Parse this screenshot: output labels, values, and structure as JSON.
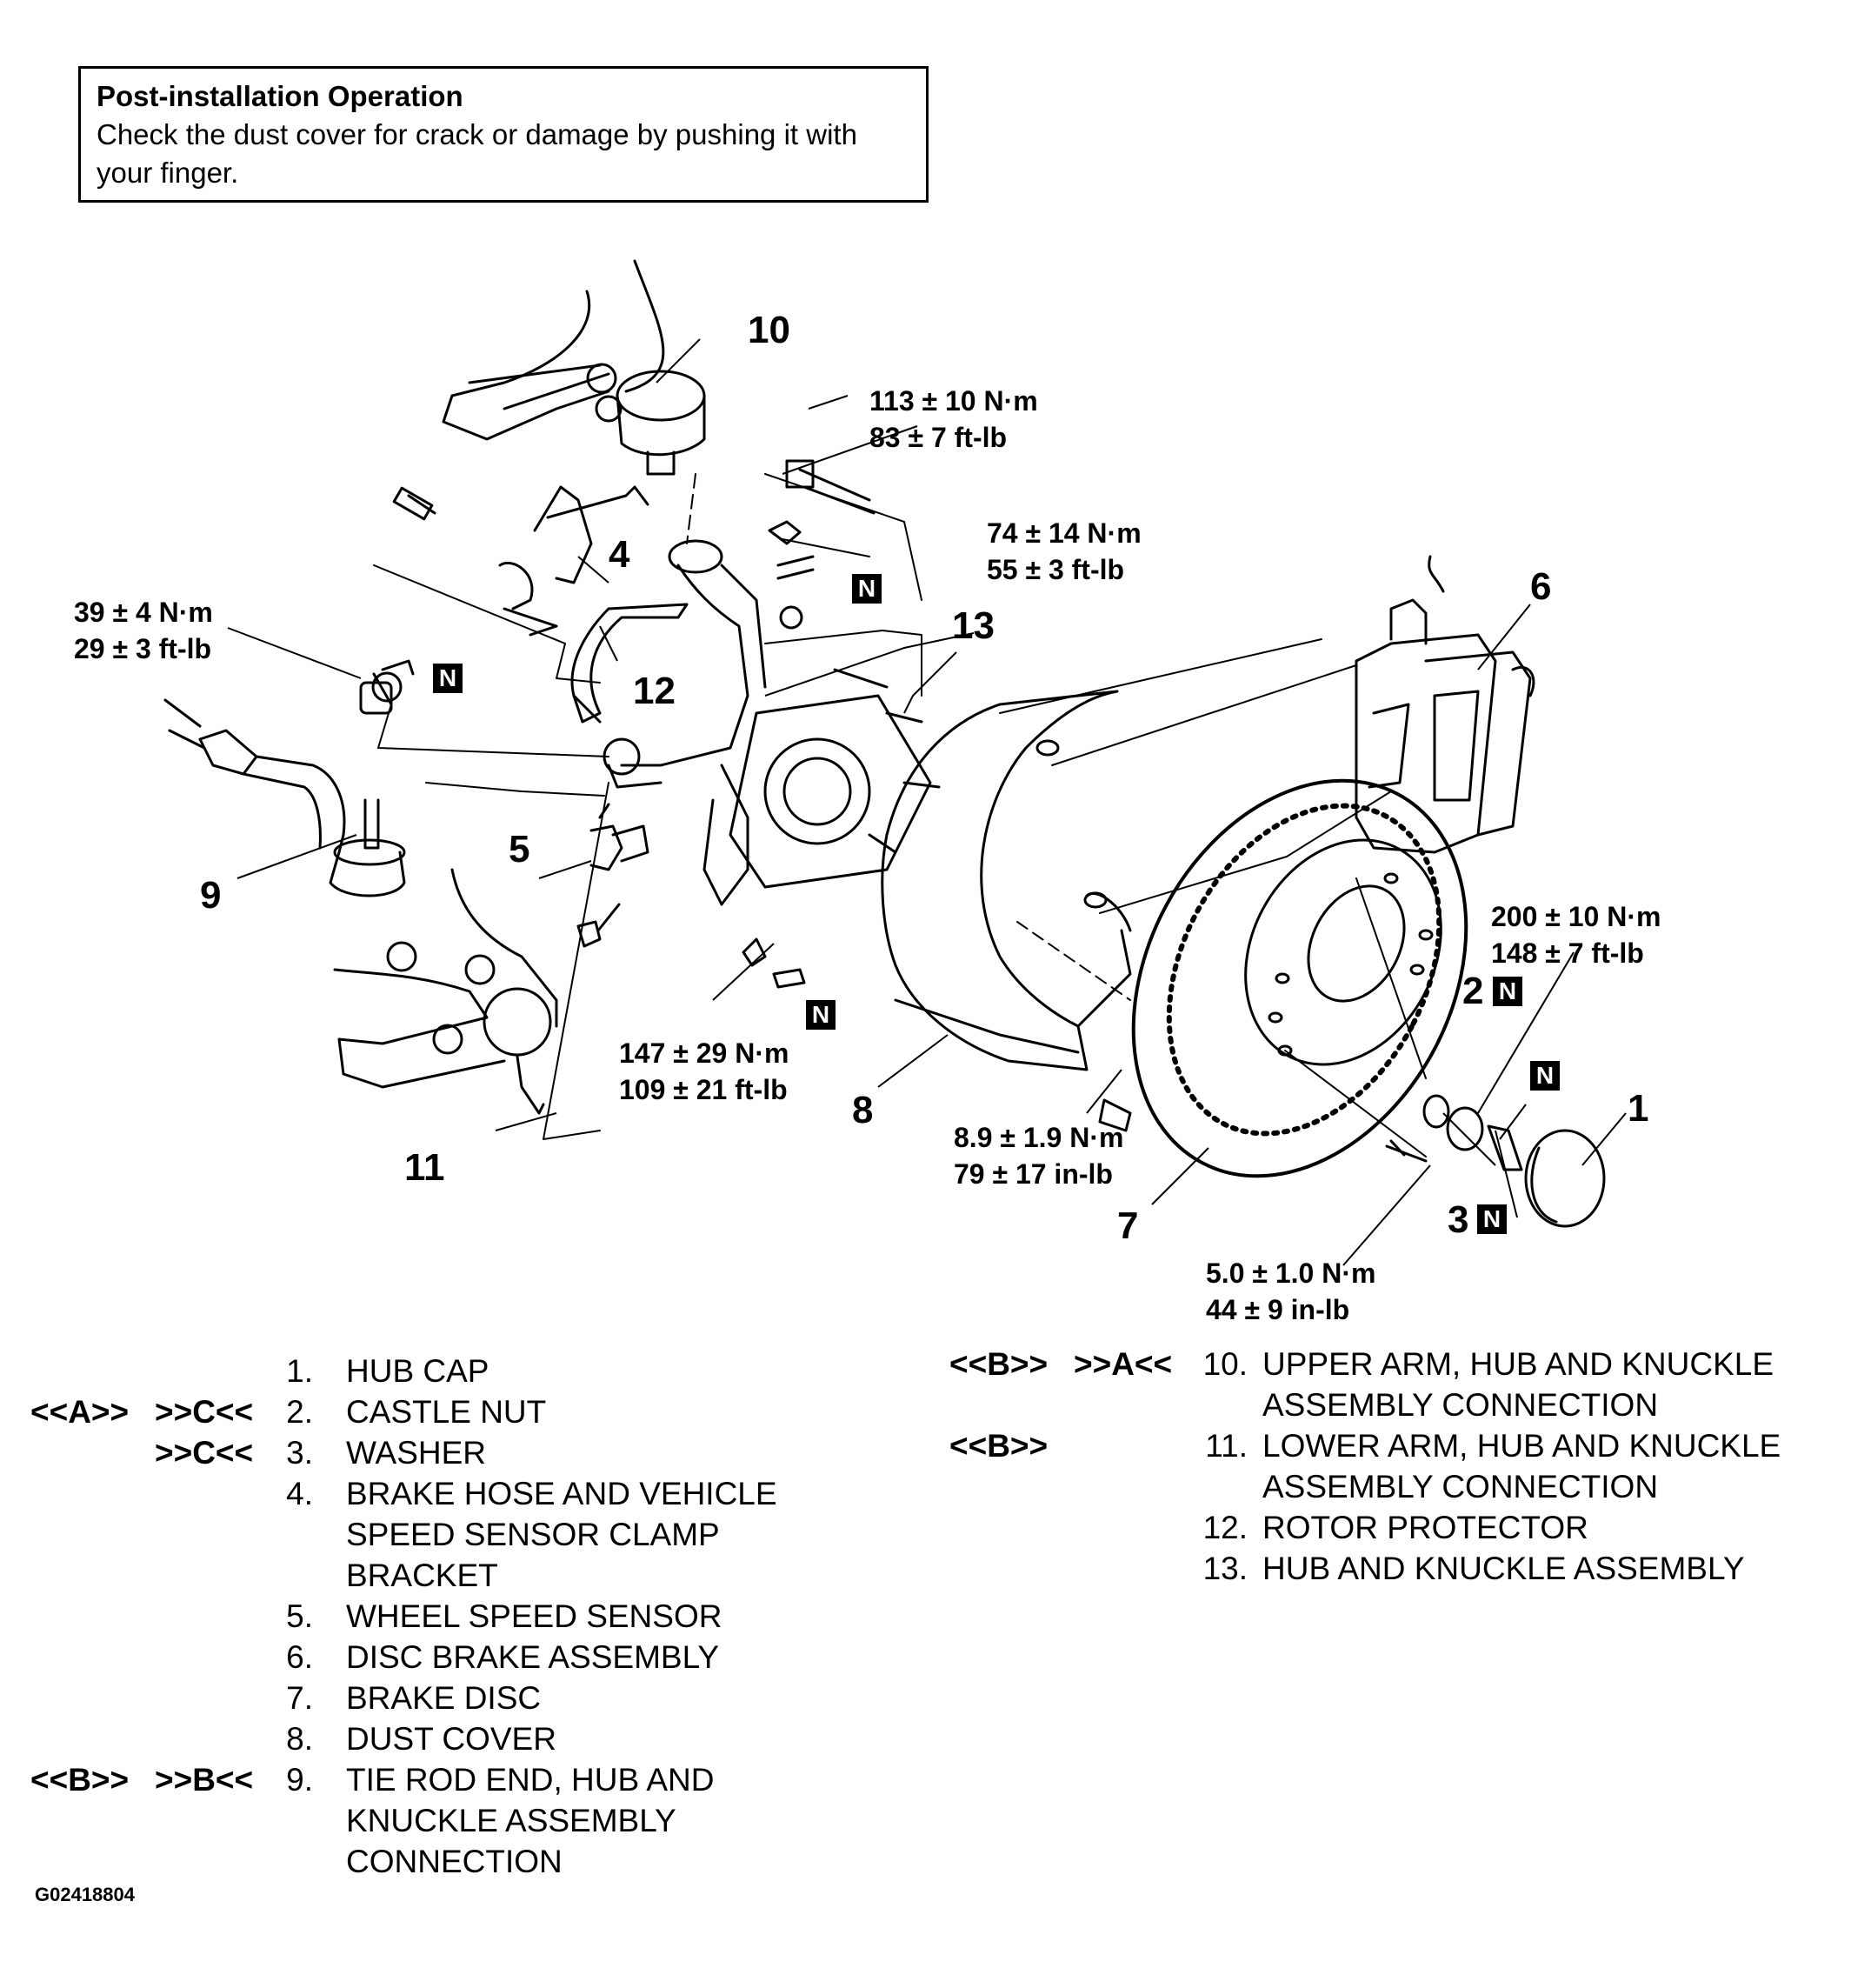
{
  "note": {
    "title": "Post-installation Operation",
    "text_line1": "Check the dust cover  for crack or damage by pushing it with",
    "text_line2": "your finger."
  },
  "callouts": {
    "c1": "1",
    "c2": "2",
    "c3": "3",
    "c4": "4",
    "c5": "5",
    "c6": "6",
    "c7": "7",
    "c8": "8",
    "c9": "9",
    "c10": "10",
    "c11": "11",
    "c12": "12",
    "c13": "13"
  },
  "torques": {
    "t113": {
      "nm": "113 ± 10 N·m",
      "alt": "83 ± 7 ft-lb"
    },
    "t74": {
      "nm": "74 ± 14 N·m",
      "alt": "55 ± 3 ft-lb"
    },
    "t39": {
      "nm": "39 ± 4 N·m",
      "alt": "29 ± 3 ft-lb"
    },
    "t200": {
      "nm": "200 ± 10 N·m",
      "alt": "148 ± 7 ft-lb"
    },
    "t147": {
      "nm": "147 ± 29 N·m",
      "alt": "109 ± 21 ft-lb"
    },
    "t8_9": {
      "nm": "8.9 ± 1.9 N·m",
      "alt": "79 ± 17 in-lb"
    },
    "t5_0": {
      "nm": "5.0 ± 1.0 N·m",
      "alt": "44 ± 9 in-lb"
    }
  },
  "new_part_mark": "N",
  "legend_left": [
    {
      "tag1": "",
      "tag2": "",
      "num": "1.",
      "lines": [
        "HUB CAP"
      ]
    },
    {
      "tag1": "<<A>>",
      "tag2": ">>C<<",
      "num": "2.",
      "lines": [
        "CASTLE NUT"
      ]
    },
    {
      "tag1": "",
      "tag2": ">>C<<",
      "num": "3.",
      "lines": [
        "WASHER"
      ]
    },
    {
      "tag1": "",
      "tag2": "",
      "num": "4.",
      "lines": [
        "BRAKE HOSE AND VEHICLE",
        "SPEED SENSOR CLAMP",
        "BRACKET"
      ]
    },
    {
      "tag1": "",
      "tag2": "",
      "num": "5.",
      "lines": [
        "WHEEL SPEED SENSOR"
      ]
    },
    {
      "tag1": "",
      "tag2": "",
      "num": "6.",
      "lines": [
        "DISC BRAKE ASSEMBLY"
      ]
    },
    {
      "tag1": "",
      "tag2": "",
      "num": "7.",
      "lines": [
        "BRAKE DISC"
      ]
    },
    {
      "tag1": "",
      "tag2": "",
      "num": "8.",
      "lines": [
        "DUST COVER"
      ]
    },
    {
      "tag1": "<<B>>",
      "tag2": ">>B<<",
      "num": "9.",
      "lines": [
        "TIE ROD END, HUB AND",
        "KNUCKLE ASSEMBLY",
        "CONNECTION"
      ]
    }
  ],
  "legend_right": [
    {
      "tag1": "<<B>>",
      "tag2": ">>A<<",
      "num": "10.",
      "lines": [
        "UPPER ARM, HUB AND KNUCKLE",
        "ASSEMBLY CONNECTION"
      ]
    },
    {
      "tag1": "<<B>>",
      "tag2": "",
      "num": "11.",
      "lines": [
        "LOWER ARM, HUB AND KNUCKLE",
        "ASSEMBLY CONNECTION"
      ]
    },
    {
      "tag1": "",
      "tag2": "",
      "num": "12.",
      "lines": [
        "ROTOR PROTECTOR"
      ]
    },
    {
      "tag1": "",
      "tag2": "",
      "num": "13.",
      "lines": [
        "HUB AND KNUCKLE ASSEMBLY"
      ]
    }
  ],
  "figure_id": "G02418804"
}
